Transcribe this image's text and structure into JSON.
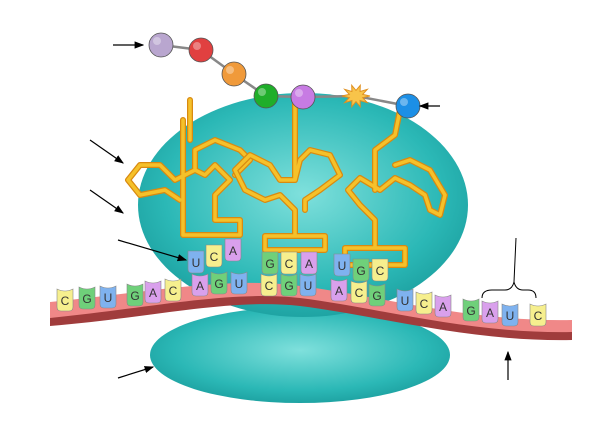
{
  "colors": {
    "C": "#f6ef8e",
    "G": "#6fd07a",
    "U": "#7fb2ef",
    "A": "#d9a0ec",
    "ribosome": "#27b3b3",
    "mrna": "#f08888",
    "mrna_edge": "#a03c3c",
    "trna": "#f5c12a"
  },
  "mrna": [
    "C",
    "G",
    "U",
    "G",
    "A",
    "C",
    "A",
    "G",
    "U",
    "C",
    "G",
    "U",
    "A",
    "C",
    "G",
    "U",
    "C",
    "A",
    "G",
    "A",
    "U",
    "C"
  ],
  "anticodons": [
    [
      "U",
      "C",
      "A"
    ],
    [
      "G",
      "C",
      "A"
    ],
    [
      "U",
      "G",
      "C"
    ]
  ],
  "amino_acids": [
    {
      "name": "amino-acid-1",
      "color": "#b9a6cf"
    },
    {
      "name": "amino-acid-2",
      "color": "#e14040"
    },
    {
      "name": "amino-acid-3",
      "color": "#f09a3a"
    },
    {
      "name": "amino-acid-4",
      "color": "#1fae2a"
    },
    {
      "name": "amino-acid-5",
      "color": "#c77be3"
    },
    {
      "name": "amino-acid-6",
      "color": "#1c8fe6"
    }
  ]
}
